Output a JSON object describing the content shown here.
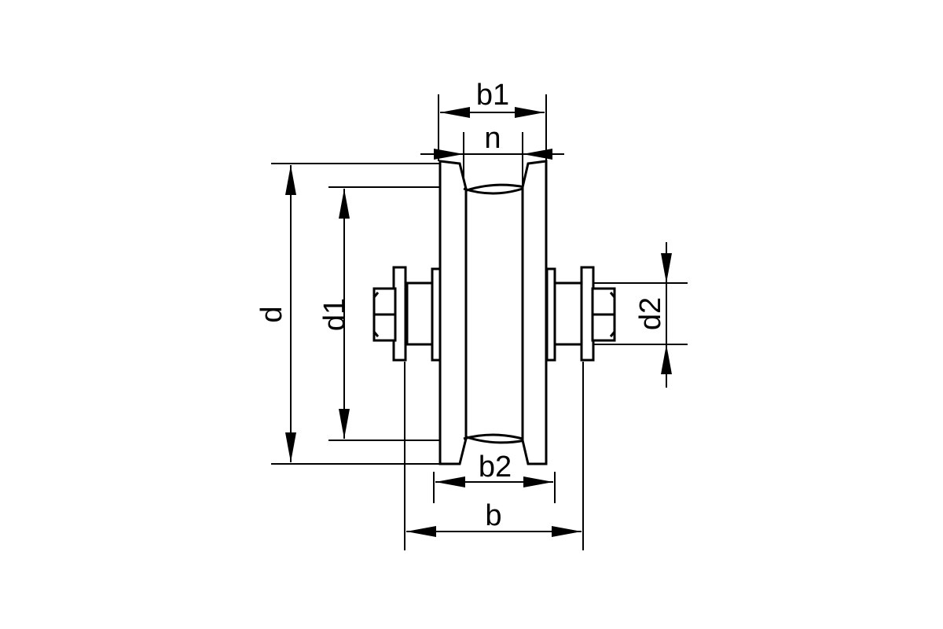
{
  "diagram": {
    "labels": {
      "b1": "b1",
      "n": "n",
      "d": "d",
      "d1": "d1",
      "d2": "d2",
      "b2": "b2",
      "b": "b"
    }
  }
}
